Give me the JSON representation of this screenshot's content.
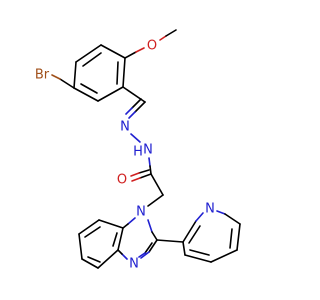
{
  "molecule": {
    "atoms": {
      "br": "Br",
      "o_methoxy": "O",
      "n_imine": "N",
      "n_amide": "N",
      "h_amide": "H",
      "o_carbonyl": "O",
      "n_bzim1": "N",
      "n_bzim3": "N",
      "n_pyridine": "N"
    },
    "colors": {
      "carbon_bond": "#000000",
      "nitrogen": "#2020d0",
      "oxygen": "#d02020",
      "bromine": "#a0501a"
    }
  }
}
